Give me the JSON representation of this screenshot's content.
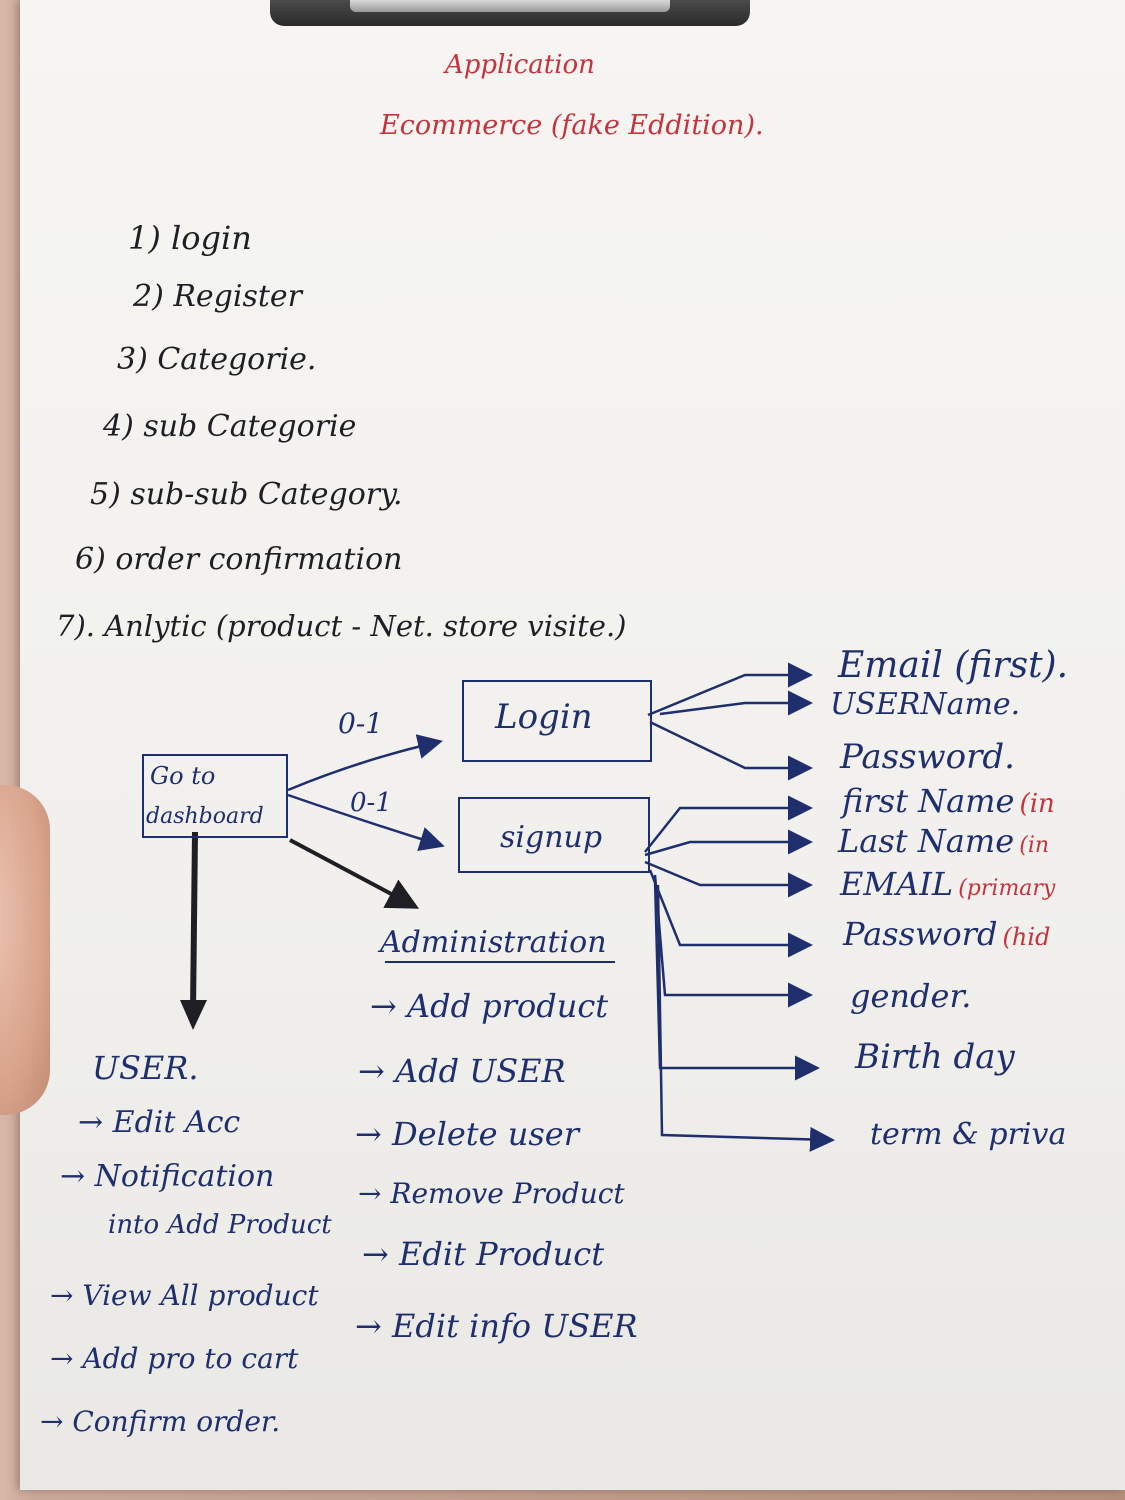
{
  "title": {
    "line1": "Application",
    "line2": "Ecommerce (fake Eddition)."
  },
  "features": [
    "1) login",
    "2) Register",
    "3) Categorie.",
    "4) sub Categorie",
    "5) sub-sub Category.",
    "6) order confirmation",
    "7). Anlytic (product - Net. store visite.)"
  ],
  "diagram": {
    "dashboard_line1": "Go to",
    "dashboard_line2": "dashboard",
    "edge_login_label": "0-1",
    "edge_signup_label": "0-1",
    "login_box": "Login",
    "signup_box": "signup",
    "login_fields": [
      "Email (first).",
      "USERName.",
      "Password."
    ],
    "signup_fields": [
      {
        "text": "first Name",
        "note": "(in"
      },
      {
        "text": "Last Name",
        "note": "(in"
      },
      {
        "text": "EMAIL",
        "note": "(primary"
      },
      {
        "text": "Password",
        "note": "(hid"
      },
      {
        "text": "gender.",
        "note": ""
      },
      {
        "text": "Birth day",
        "note": ""
      },
      {
        "text": "term & priva",
        "note": ""
      }
    ]
  },
  "administration": {
    "heading": "Administration",
    "items": [
      "→ Add product",
      "→ Add USER",
      "→ Delete user",
      "→ Remove Product",
      "→ Edit Product",
      "→ Edit info USER"
    ]
  },
  "user": {
    "heading": "USER.",
    "items": [
      "→ Edit Acc",
      "→ Notification",
      "into Add Product",
      "→ View All product",
      "→ Add pro to cart",
      "→ Confirm order."
    ]
  },
  "colors": {
    "title_ink": "#c5333c",
    "list_ink": "#1e1e24",
    "diagram_ink": "#1f2f6e",
    "paper": "#f4f3f0"
  }
}
